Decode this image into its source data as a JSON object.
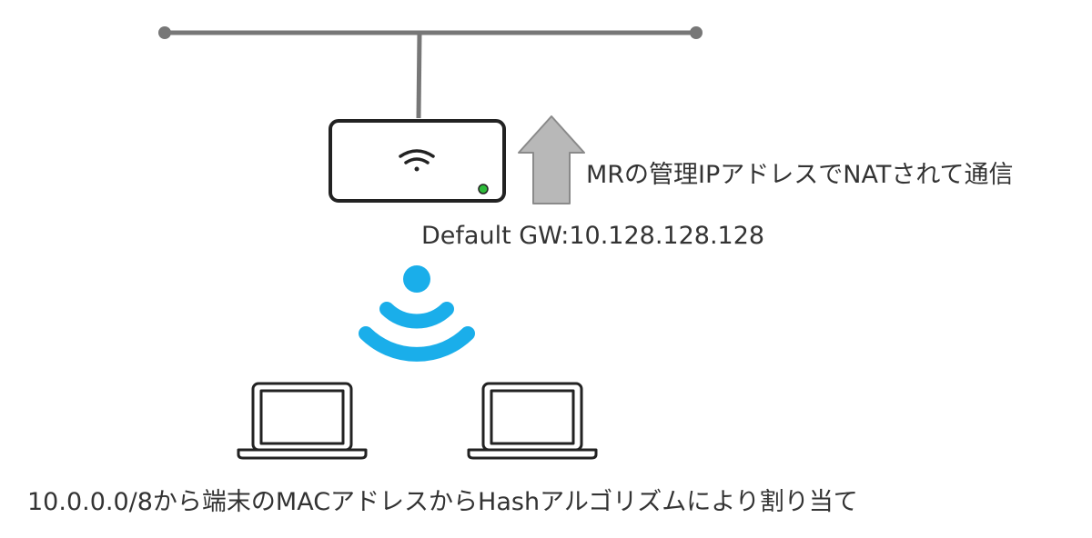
{
  "labels": {
    "nat": "MRの管理IPアドレスでNATされて通信",
    "default_gw": "Default GW:10.128.128.128",
    "allocation": "10.0.0.0/8から端末のMACアドレスからHashアルゴリズムにより割り当て"
  },
  "colors": {
    "line": "#777777",
    "device_stroke": "#222222",
    "led": "#2dbb3a",
    "arrow_fill": "#b8b8b8",
    "arrow_stroke": "#8a8a8a",
    "wifi_signal": "#1aaeea",
    "text": "#333333"
  },
  "icons": {
    "router": "wireless-router-icon",
    "signal": "wifi-signal-icon",
    "client": "laptop-icon",
    "direction": "up-arrow-icon"
  }
}
